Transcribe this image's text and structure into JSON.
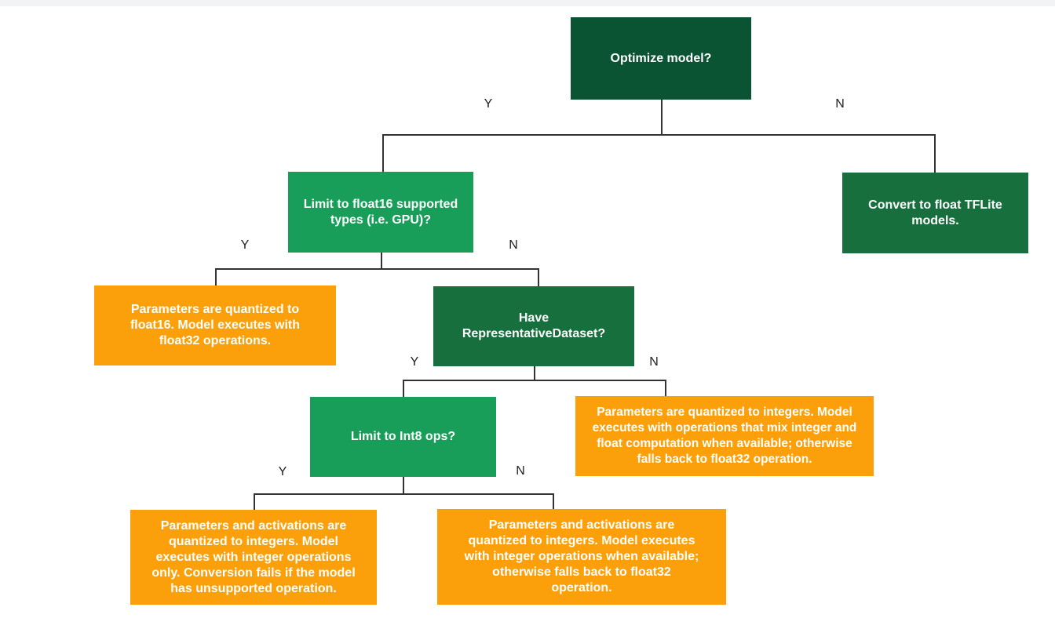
{
  "diagram": {
    "type": "flowchart",
    "nodes": {
      "optimize": {
        "text": "Optimize model?",
        "bg": "#0B5433"
      },
      "limit_float16": {
        "text": "Limit to float16 supported\ntypes (i.e. GPU)?",
        "bg": "#189E58"
      },
      "convert_float": {
        "text": "Convert to float TFLite\nmodels.",
        "bg": "#186F3E"
      },
      "params_float16": {
        "text": "Parameters are quantized to\nfloat16. Model executes with\nfloat32 operations.",
        "bg": "#FBA00A"
      },
      "have_dataset": {
        "text": "Have\nRepresentativeDataset?",
        "bg": "#186F3E"
      },
      "limit_int8": {
        "text": "Limit to Int8 ops?",
        "bg": "#189E58"
      },
      "params_int_mixed": {
        "text": "Parameters are quantized to integers. Model\nexecutes with operations that mix integer and\nfloat computation when available; otherwise\nfalls back to float32 operation.",
        "bg": "#FBA00A"
      },
      "params_int_only": {
        "text": "Parameters and activations are\nquantized to integers. Model\nexecutes with integer operations\nonly. Conversion fails if the model\nhas unsupported operation.",
        "bg": "#FBA00A"
      },
      "params_int_fallback": {
        "text": "Parameters and activations are\nquantized to integers. Model executes\nwith integer operations when available;\notherwise falls back to float32\noperation.",
        "bg": "#FBA00A"
      }
    },
    "edges": [
      {
        "from": "optimize",
        "to": "limit_float16",
        "label": "Y"
      },
      {
        "from": "optimize",
        "to": "convert_float",
        "label": "N"
      },
      {
        "from": "limit_float16",
        "to": "params_float16",
        "label": "Y"
      },
      {
        "from": "limit_float16",
        "to": "have_dataset",
        "label": "N"
      },
      {
        "from": "have_dataset",
        "to": "limit_int8",
        "label": "Y"
      },
      {
        "from": "have_dataset",
        "to": "params_int_mixed",
        "label": "N"
      },
      {
        "from": "limit_int8",
        "to": "params_int_only",
        "label": "Y"
      },
      {
        "from": "limit_int8",
        "to": "params_int_fallback",
        "label": "N"
      }
    ],
    "colors": {
      "dark_green": "#0B5433",
      "green": "#186F3E",
      "light_green": "#189E58",
      "orange": "#FBA00A",
      "line": "#333333",
      "node_text": "#FFFFFF",
      "edge_label_text": "#212121",
      "background": "#FFFFFF"
    }
  }
}
